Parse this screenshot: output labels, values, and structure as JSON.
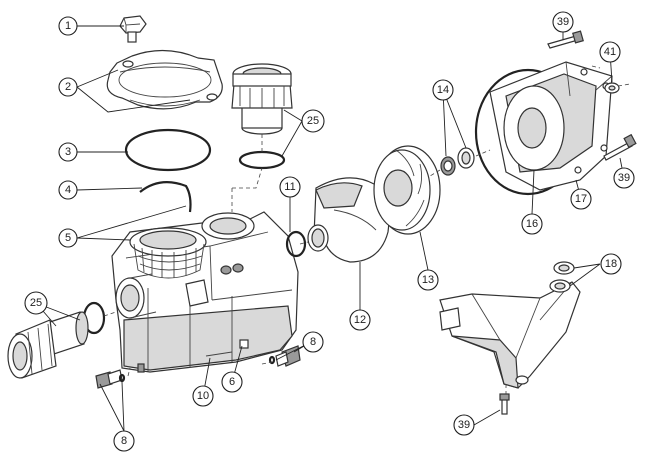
{
  "callouts": [
    {
      "id": "c1",
      "label": "1"
    },
    {
      "id": "c2",
      "label": "2"
    },
    {
      "id": "c3",
      "label": "3"
    },
    {
      "id": "c4",
      "label": "4"
    },
    {
      "id": "c5",
      "label": "5"
    },
    {
      "id": "c25a",
      "label": "25"
    },
    {
      "id": "c25b",
      "label": "25"
    },
    {
      "id": "c11",
      "label": "11"
    },
    {
      "id": "c12",
      "label": "12"
    },
    {
      "id": "c13",
      "label": "13"
    },
    {
      "id": "c14",
      "label": "14"
    },
    {
      "id": "c16",
      "label": "16"
    },
    {
      "id": "c17",
      "label": "17"
    },
    {
      "id": "c39a",
      "label": "39"
    },
    {
      "id": "c41",
      "label": "41"
    },
    {
      "id": "c39b",
      "label": "39"
    },
    {
      "id": "c18",
      "label": "18"
    },
    {
      "id": "c39c",
      "label": "39"
    },
    {
      "id": "c8a",
      "label": "8"
    },
    {
      "id": "c8b",
      "label": "8"
    },
    {
      "id": "c6",
      "label": "6"
    },
    {
      "id": "c10",
      "label": "10"
    }
  ]
}
